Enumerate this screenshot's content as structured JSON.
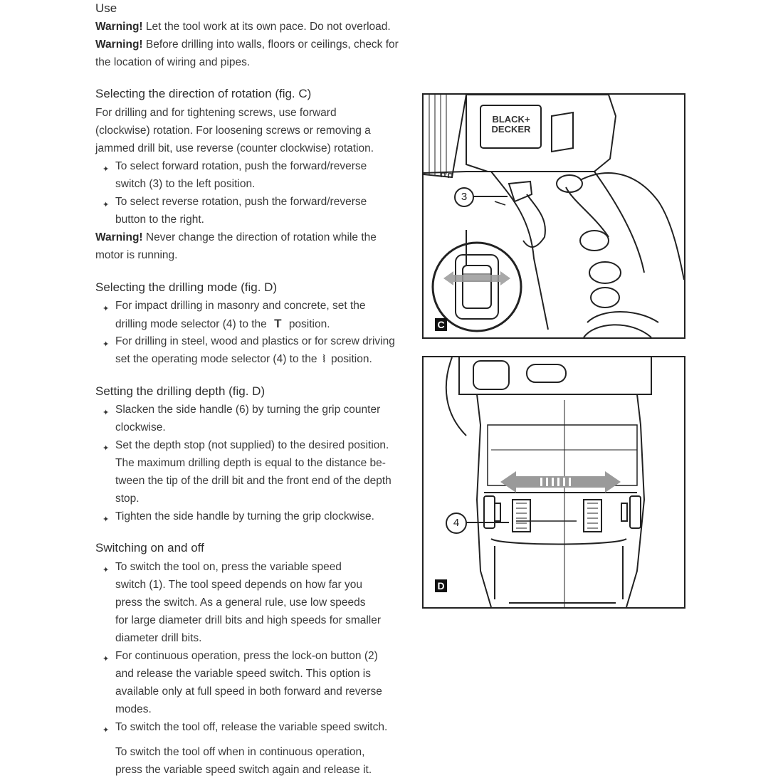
{
  "use": {
    "heading": "Use",
    "warning1_label": "Warning!",
    "warning1_text": "Let the tool work at its own pace. Do not overload.",
    "warning2_label": "Warning!",
    "warning2_line1": "Before drilling into walls, floors or ceilings, check for",
    "warning2_line2": "the location of wiring and pipes."
  },
  "rotation": {
    "heading": "Selecting the direction of rotation (fig. C)",
    "intro_lines": [
      "For drilling and for tightening screws, use forward",
      "(clockwise) rotation. For loosening screws or removing a",
      "jammed drill bit, use reverse (counter clockwise) rotation."
    ],
    "bullet1_lines": [
      "To select forward rotation, push the forward/reverse",
      "switch (3) to the left position."
    ],
    "bullet2_lines": [
      "To select reverse rotation, push the forward/reverse",
      "button to the right."
    ],
    "warning_label": "Warning!",
    "warning_line1": "Never change the direction of rotation while the",
    "warning_line2": "motor is running."
  },
  "mode": {
    "heading": "Selecting the drilling mode (fig. D)",
    "bullet1_line1": "For impact drilling in masonry and concrete, set the",
    "bullet1_line2_pre": "drilling  mode selector (4) to the",
    "bullet1_line2_post": "position.",
    "bullet2_line1": "For drilling in steel, wood and plastics or for screw driving",
    "bullet2_line2_pre": "set the operating mode selector (4) to the",
    "bullet2_line2_post": "position."
  },
  "depth": {
    "heading": "Setting the drilling depth (fig. D)",
    "bullet1_lines": [
      "Slacken the side handle (6) by turning the grip counter",
      "clockwise."
    ],
    "bullet2_lines": [
      "Set the depth stop (not supplied) to the desired position.",
      "The maximum drilling depth is equal to the distance be-",
      "tween the tip of the drill bit and the front end of the depth",
      "stop."
    ],
    "bullet3_lines": [
      "Tighten the side handle by turning the grip clockwise."
    ]
  },
  "onoff": {
    "heading": "Switching on and off",
    "bullet1_lines": [
      "To switch the tool on, press the variable speed",
      "switch (1). The tool speed depends on how far you",
      "press the switch. As a general rule, use low speeds",
      "for large diameter drill bits and high speeds for smaller",
      "diameter drill bits."
    ],
    "bullet2_lines": [
      "For continuous operation, press the lock-on button (2)",
      "and release the variable speed switch. This option is",
      "available only at full speed in both forward and reverse",
      "modes."
    ],
    "bullet3_lines": [
      "To switch the tool off, release the variable speed switch."
    ],
    "note_lines": [
      "To switch the tool off when in continuous operation,",
      "press the variable speed switch again and release it."
    ]
  },
  "figures": {
    "c": {
      "label": "C",
      "callout": "3",
      "brand_line1": "BLACK+",
      "brand_line2": "DECKER"
    },
    "d": {
      "label": "D",
      "callout": "4"
    }
  }
}
